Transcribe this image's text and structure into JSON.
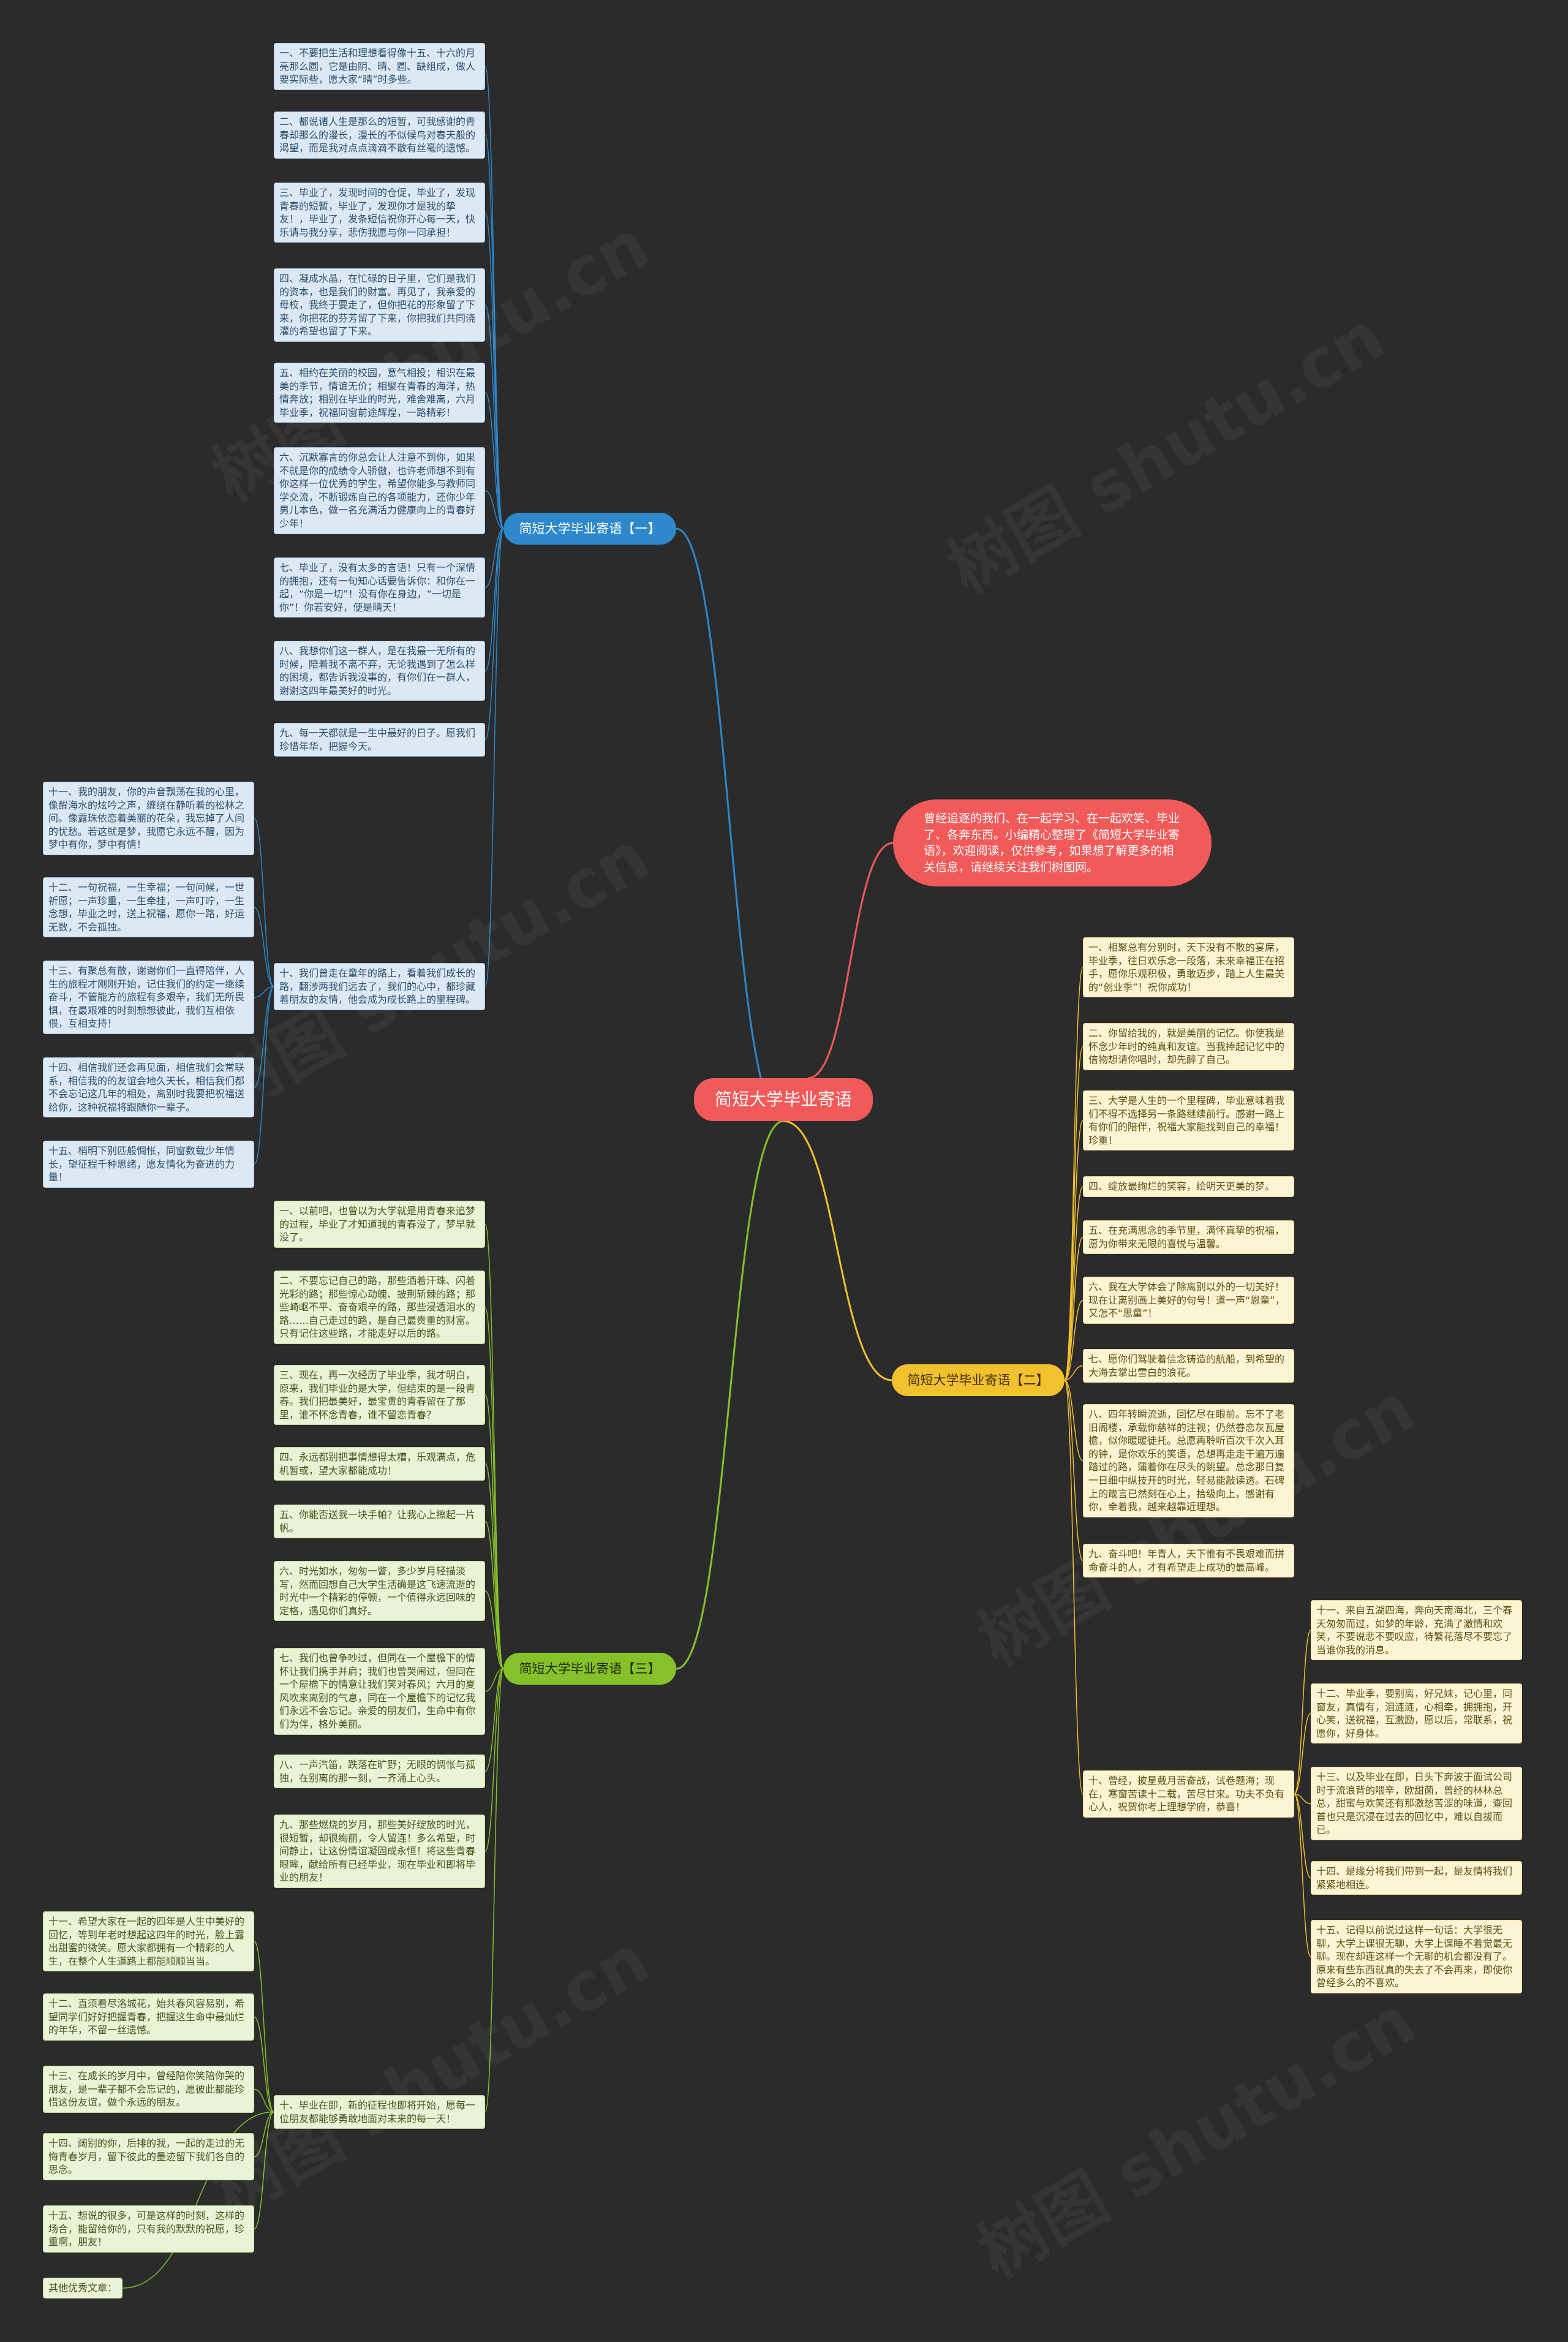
{
  "root": {
    "title": "简短大学毕业寄语"
  },
  "intro": {
    "text": "曾经追逐的我们、在一起学习、在一起欢笑、毕业了、各奔东西。小编精心整理了《简短大学毕业寄语》，欢迎阅读，仅供参考，如果想了解更多的相关信息，请继续关注我们树图网。"
  },
  "branches": {
    "b1": {
      "label": "简短大学毕业寄语【一】"
    },
    "b2": {
      "label": "简短大学毕业寄语【二】"
    },
    "b3": {
      "label": "简短大学毕业寄语【三】"
    }
  },
  "colors": {
    "background": "#2b2b2b",
    "root": "#f25a5a",
    "blue": "#2d88cc",
    "yellow": "#f2c12e",
    "green": "#86c12a"
  },
  "b1_items": [
    "一、不要把生活和理想看得像十五、十六的月亮那么圆，它是由阴、晴、圆、缺组成，做人要实际些，愿大家“晴”时多些。",
    "二、都说诸人生是那么的短暂，可我感谢的青春却那么的漫长，漫长的不似候鸟对春天般的渴望，而是我对点点滴滴不散有丝毫的遗憾。",
    "三、毕业了，发现时间的仓促，毕业了，发现青春的短暂，毕业了，发现你才是我的挚友！，毕业了，发条短信祝你开心每一天，快乐请与我分享，悲伤我愿与你一同承担！",
    "四、凝成水晶，在忙碌的日子里，它们是我们的资本，也是我们的财富。再见了，我亲爱的母校，我终于要走了，但你把花的形象留了下来，你把花的芬芳留了下来，你把我们共同浇灌的希望也留了下来。",
    "五、相约在美丽的校园，意气相投；相识在最美的季节，情谊无价；相聚在青春的海洋，热情奔放；相别在毕业的时光，难舍难离，六月毕业季，祝福同窗前途辉煌，一路精彩！",
    "六、沉默寡言的你总会让人注意不到你，如果不就是你的成绩令人骄傲，也许老师想不到有你这样一位优秀的学生，希望你能多与教师同学交流，不断锻炼自己的各项能力，还你少年男儿本色，做一名充满活力健康向上的青春好少年！",
    "七、毕业了，没有太多的言语！只有一个深情的拥抱，还有一句知心话要告诉你：和你在一起，“你是一切”！没有你在身边，“一切是你”！你若安好，便是晴天！",
    "八、我想你们这一群人，是在我最一无所有的时候，陪着我不离不弃，无论我遇到了怎么样的困境，都告诉我没事的，有你们在一群人，谢谢这四年最美好的时光。",
    "九、每一天都就是一生中最好的日子。愿我们珍惜年华，把握今天。",
    "十、我们曾走在童年的路上，看着我们成长的路，翻涉两我们远去了，我们的心中，都珍藏着朋友的友情，他会成为成长路上的里程碑。"
  ],
  "b1_sub": [
    "十一、我的朋友，你的声音飘荡在我的心里，像醒海水的炫吟之声，缠绕在静听着的松林之间。像露珠依恋着美丽的花朵，我忘掉了人间的忧愁。若这就是梦，我愿它永远不醒，因为梦中有你，梦中有情！",
    "十二、一句祝福，一生幸福；一句问候，一世祈愿；一声珍重，一生牵挂，一声叮咛，一生念想，毕业之时，送上祝福，愿你一路，好运无数，不会孤独。",
    "十三、有聚总有散，谢谢你们一直得陪伴，人生的旅程才刚刚开始，记住我们的约定一继续奋斗，不管能方的旅程有多艰辛，我们无所畏惧，在最艰难的时刻想想彼此，我们互相依偎，互相支持！",
    "十四、相信我们还会再见面，相信我们会常联系，相信我的的友谊会地久天长，相信我们都不会忘记这几年的相处，离别时我要把祝福送给你，这种祝福将跟随你一辈子。",
    "十五、梢明下别匹般惆怅，同窗数载少年情长，望征程千种思绪，愿友情化为奋进的力量！"
  ],
  "b2_items": [
    "一、相聚总有分别时，天下没有不散的宴席，毕业季，往日欢乐念一段落，未来幸福正在招手，愿你乐观积极，勇敢迈步，踏上人生最美的“创业季”！祝你成功！",
    "二、你留给我的，就是美丽的记忆。你使我是怀念少年时的纯真和友谊。当我捧起记忆中的信物想请你唱时，却先醉了自己。",
    "三、大学是人生的一个里程碑，毕业意味着我们不得不选择另一条路继续前行。感谢一路上有你们的陪伴，祝福大家能找到自己的幸福！珍重！",
    "四、绽放最绚烂的笑容，绘明天更美的梦。",
    "五、在充满思念的季节里，满怀真挚的祝福，愿为你带来无限的喜悦与温馨。",
    "六、我在大学体会了除离别以外的一切美好！现在让离别画上美好的句号！道一声“恩童”，又怎不“思童”！",
    "七、愿你们驾驶着信念铸造的航船，到希望的大海去掌出雪白的浪花。",
    "八、四年转瞬流逝，回忆尽在眼前。忘不了老旧阁楼，承载你慈祥的注视；仍然眷恋灰瓦屋檐，似你暖暖徒托。总愿再聆听百次千次入耳的钟，是你欢乐的笑语，总想再走走干遍万遍踏过的路，蒲着你在尽头的眺望。总念那日复一日细中纵技开的时光，轻易能敲读透。石碑上的箴言已然刻在心上，拾级向上，感谢有你，牵着我，越来越靠近理想。",
    "九、奋斗吧！年青人，天下惟有不畏艰难而拼命奋斗的人，才有希望走上成功的最高峰。",
    "十、曾经，披星戴月苦奋战，试卷题海；现在，寒窗苦读十二载，苦尽甘来。功夫不负有心人，祝贺你考上理想学府，恭喜！"
  ],
  "b2_sub": [
    "十一、来自五湖四海，奔向天南海北，三个春天匆匆而过，如梦的年龄，充满了激情和欢笑，不要说悲不要叹应，待繁花落尽不要忘了当谁你我的消息。",
    "十二、毕业季，要别离，好兄妹，记心里，同窗友，真情有，泪涟涟，心相牵，拥拥抱，开心笑，送祝福，互激励，愿以后，常联系，祝愿你，好身体。",
    "十三、以及毕业在即，日头下奔波于面试公司时于流浪背的喂辛，欧甜菌，曾经的林林总总，甜蜜与欢笑还有那激愁苦涩的味道，查回首也只是沉浸在过去的回忆中，难以自拔而已。",
    "十四、是缘分将我们带到一起，是友情将我们紧紧地相连。",
    "十五、记得以前说过这样一句话：大学很无聊，大学上课很无聊，大学上课睡不着觉最无聊。现在却连这样一个无聊的机会都没有了。原来有些东西就真的失去了不会再来，即使你曾经多么的不喜欢。"
  ],
  "b3_items": [
    "一、以前吧，也曾以为大学就是用青春来追梦的过程，毕业了才知道我的青春没了，梦早就没了。",
    "二、不要忘记自己的路，那些洒着汗珠、闪着光彩的路；那些惊心动魄、披荆斩棘的路；那些崎岖不平、奋奋艰辛的路，那些浸透泪水的路……自己走过的路，是自己最贵重的财富。只有记住这些路，才能走好以后的路。",
    "三、现在，再一次经历了毕业季，我才明白，原来，我们毕业的是大学，但结束的是一段青春。我们把最美好，最宝贵的青春留在了那里，谁不怀念青春，谁不留恋青春？",
    "四、永远都别把事情想得太糟，乐观满点，危机暂或，望大家都能成功！",
    "五、你能否送我一块手帕？让我心上擦起一片帆。",
    "六、时光如水，匆匆一瞥，多少岁月轻描淡写，然而回想自己大学生活确是这飞速流逝的时光中一个精彩的停顿，一个值得永远回味的定格，遇见你们真好。",
    "七、我们也曾争吵过，但同在一个屋檐下的情怀让我们携手并肩；我们也曾哭闹过，但同在一个屋檐下的情意让我们笑对春风；六月的夏风吹来离别的气息，同在一个屋檐下的记忆我们永远不会忘记。亲爱的朋友们，生命中有你们为伴，格外美丽。",
    "八、一声汽笛，跌落在旷野；无眼的惆怅与孤独，在别离的那一刻，一齐涌上心头。",
    "九、那些燃烧的岁月，那些美好绽放的时光，很短暂，却很绚丽，令人留连！多么希望，时间静止，让这份情谊凝固成永恒！将这些青春眼眸，献给所有已经毕业，现在毕业和即将毕业的朋友！",
    "十、毕业在即，新的征程也即将开始，愿每一位朋友都能够勇敢地面对未来的每一天！"
  ],
  "b3_sub": [
    "十一、希望大家在一起的四年是人生中美好的回忆，等到年老时想起这四年的时光，脸上露出甜蜜的微笑。愿大家都拥有一个精彩的人生，在整个人生道路上都能顺顺当当。",
    "十二、直须看尽洛城花，始共春风容易别，希望同学们好好把握青春，把握这生命中最灿烂的年华，不留一丝遗憾。",
    "十三、在成长的岁月中，曾经陪你笑陪你哭的朋友，是一辈子都不会忘记的，愿彼此都能珍惜这份友谊，做个永远的朋友。",
    "十四、阔别的你，后排的我，一起的走过的无悔青春岁月，留下彼此的墨迹留下我们各自的思念。",
    "十五、想说的很多，可是这样的时刻，这样的场合，能留给你的，只有我的默默的祝愿，珍重啊，朋友！",
    "其他优秀文章："
  ],
  "watermarks": [
    "树图 shutu.cn",
    "树图 shutu.cn",
    "树图 shutu.cn",
    "树图 shutu.cn",
    "树图 shutu.cn",
    "树图 shutu.cn"
  ]
}
